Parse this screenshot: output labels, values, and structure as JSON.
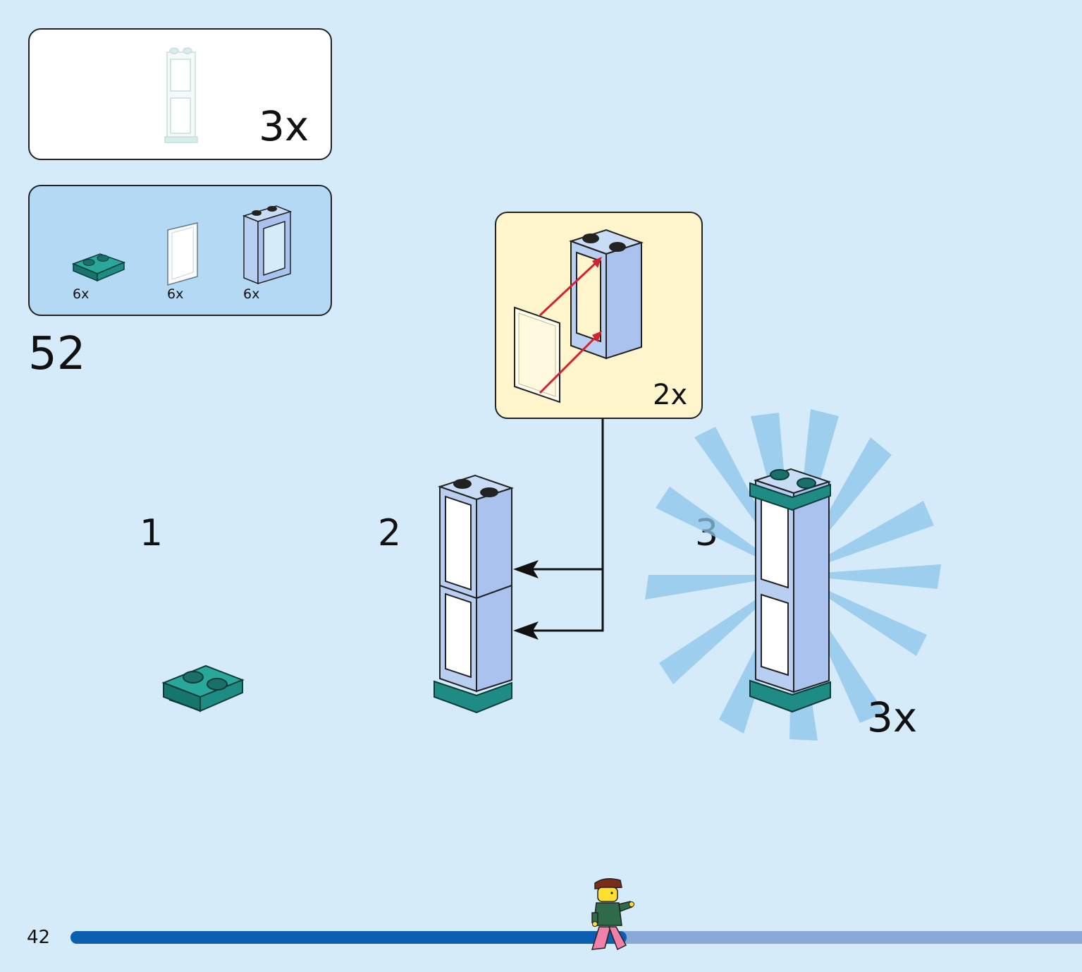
{
  "page": {
    "number": "42",
    "progress_fraction": 0.55
  },
  "submodel": {
    "quantity": "3x"
  },
  "parts_list": [
    {
      "name": "teal-plate-1x2-rail",
      "quantity": "6x",
      "color": "#1e8c84"
    },
    {
      "name": "window-glass-pane",
      "quantity": "6x",
      "color": "#f5fbff"
    },
    {
      "name": "window-frame-1x2x3",
      "quantity": "6x",
      "color": "#b8cff2"
    }
  ],
  "step": {
    "number": "52"
  },
  "callout": {
    "quantity": "2x"
  },
  "sub_steps": [
    {
      "number": "1"
    },
    {
      "number": "2"
    },
    {
      "number": "3",
      "quantity": "3x"
    }
  ],
  "colors": {
    "background": "#d5ebfa",
    "parts_box": "#b3d9f5",
    "callout_box": "#fff5cc",
    "teal": "#1e8c84",
    "frame_blue": "#b8cff2",
    "arrow_red": "#d42230",
    "progress_done": "#0a5fb0",
    "progress_remaining": "#8aa8d8"
  }
}
